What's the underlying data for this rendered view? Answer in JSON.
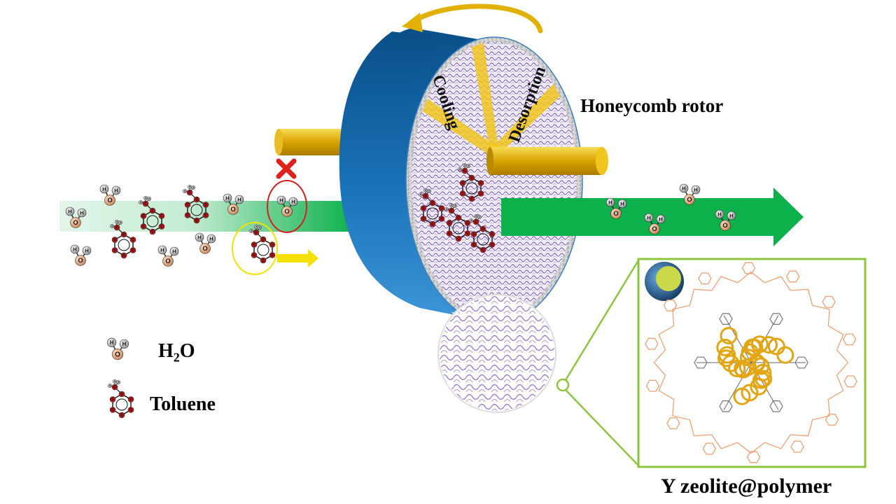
{
  "figure": {
    "title": "Honeycomb rotor VOC adsorption schematic",
    "labels": {
      "rotor": "Honeycomb rotor",
      "cooling": "Cooling",
      "desorption": "Desorption",
      "composite": "Y zeolite@polymer",
      "legend_water": "H",
      "legend_water_sub": "2",
      "legend_water_tail": "O",
      "legend_toluene": "Toluene"
    },
    "atoms": {
      "hydrogen": "H",
      "oxygen": "O",
      "carbon": "C"
    },
    "colors": {
      "rotor_blue": "#0b5a96",
      "rotor_face": "#ece8f4",
      "mesh": "#7a4fb8",
      "gold": "#f2c61f",
      "shaft": "#d7a100",
      "flow_green": "#0db14b",
      "oxygen": "#e2a47a",
      "carbon": "#b01515",
      "reject": "#d4201b",
      "pass": "#f5e100",
      "inset_border": "#8cc63f",
      "polymer": "#f0a070",
      "zeolite": "#e2a614"
    },
    "icons": [
      "water-molecule-icon",
      "toluene-molecule-icon",
      "reject-cross-icon",
      "pass-arrow-icon",
      "rotation-arrow-icon",
      "zeolite-particle-icon"
    ]
  }
}
